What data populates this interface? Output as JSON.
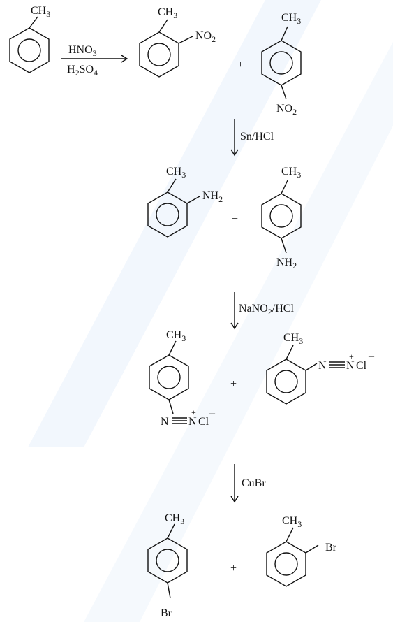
{
  "row1": {
    "toluene_sub": "CH",
    "toluene_sub_n": "3",
    "reagent_top": "HNO",
    "reagent_top_n": "3",
    "reagent_bottom": "H",
    "reagent_bottom_n1": "2",
    "reagent_bottom_b": "SO",
    "reagent_bottom_n2": "4",
    "ortho_ch3": "CH",
    "ortho_ch3_n": "3",
    "ortho_no2": "NO",
    "ortho_no2_n": "2",
    "plus": "+",
    "para_ch3": "CH",
    "para_ch3_n": "3",
    "para_no2": "NO",
    "para_no2_n": "2"
  },
  "step2": {
    "reagent": "Sn/HCl"
  },
  "row2": {
    "ortho_ch3": "CH",
    "ortho_ch3_n": "3",
    "ortho_nh2": "NH",
    "ortho_nh2_n": "2",
    "plus": "+",
    "para_ch3": "CH",
    "para_ch3_n": "3",
    "para_nh2": "NH",
    "para_nh2_n": "2"
  },
  "step3": {
    "reagent_a": "NaNO",
    "reagent_n": "2",
    "reagent_b": "/HCl"
  },
  "row3": {
    "para_ch3": "CH",
    "para_ch3_n": "3",
    "para_diazo_n": "N",
    "para_diazo_nplus": "N",
    "para_diazo_plus": "+",
    "para_diazo_cl": "Cl",
    "para_diazo_minus": "–",
    "plus": "+",
    "ortho_ch3": "CH",
    "ortho_ch3_n": "3",
    "ortho_diazo_n": "N",
    "ortho_diazo_nplus": "N",
    "ortho_diazo_plus": "+",
    "ortho_diazo_cl": "Cl",
    "ortho_diazo_minus": "–"
  },
  "step4": {
    "reagent": "CuBr"
  },
  "row4": {
    "para_ch3": "CH",
    "para_ch3_n": "3",
    "para_br": "Br",
    "plus": "+",
    "ortho_ch3": "CH",
    "ortho_ch3_n": "3",
    "ortho_br": "Br"
  },
  "style": {
    "ink": "#111111",
    "watermark": "#e8f1fb"
  }
}
